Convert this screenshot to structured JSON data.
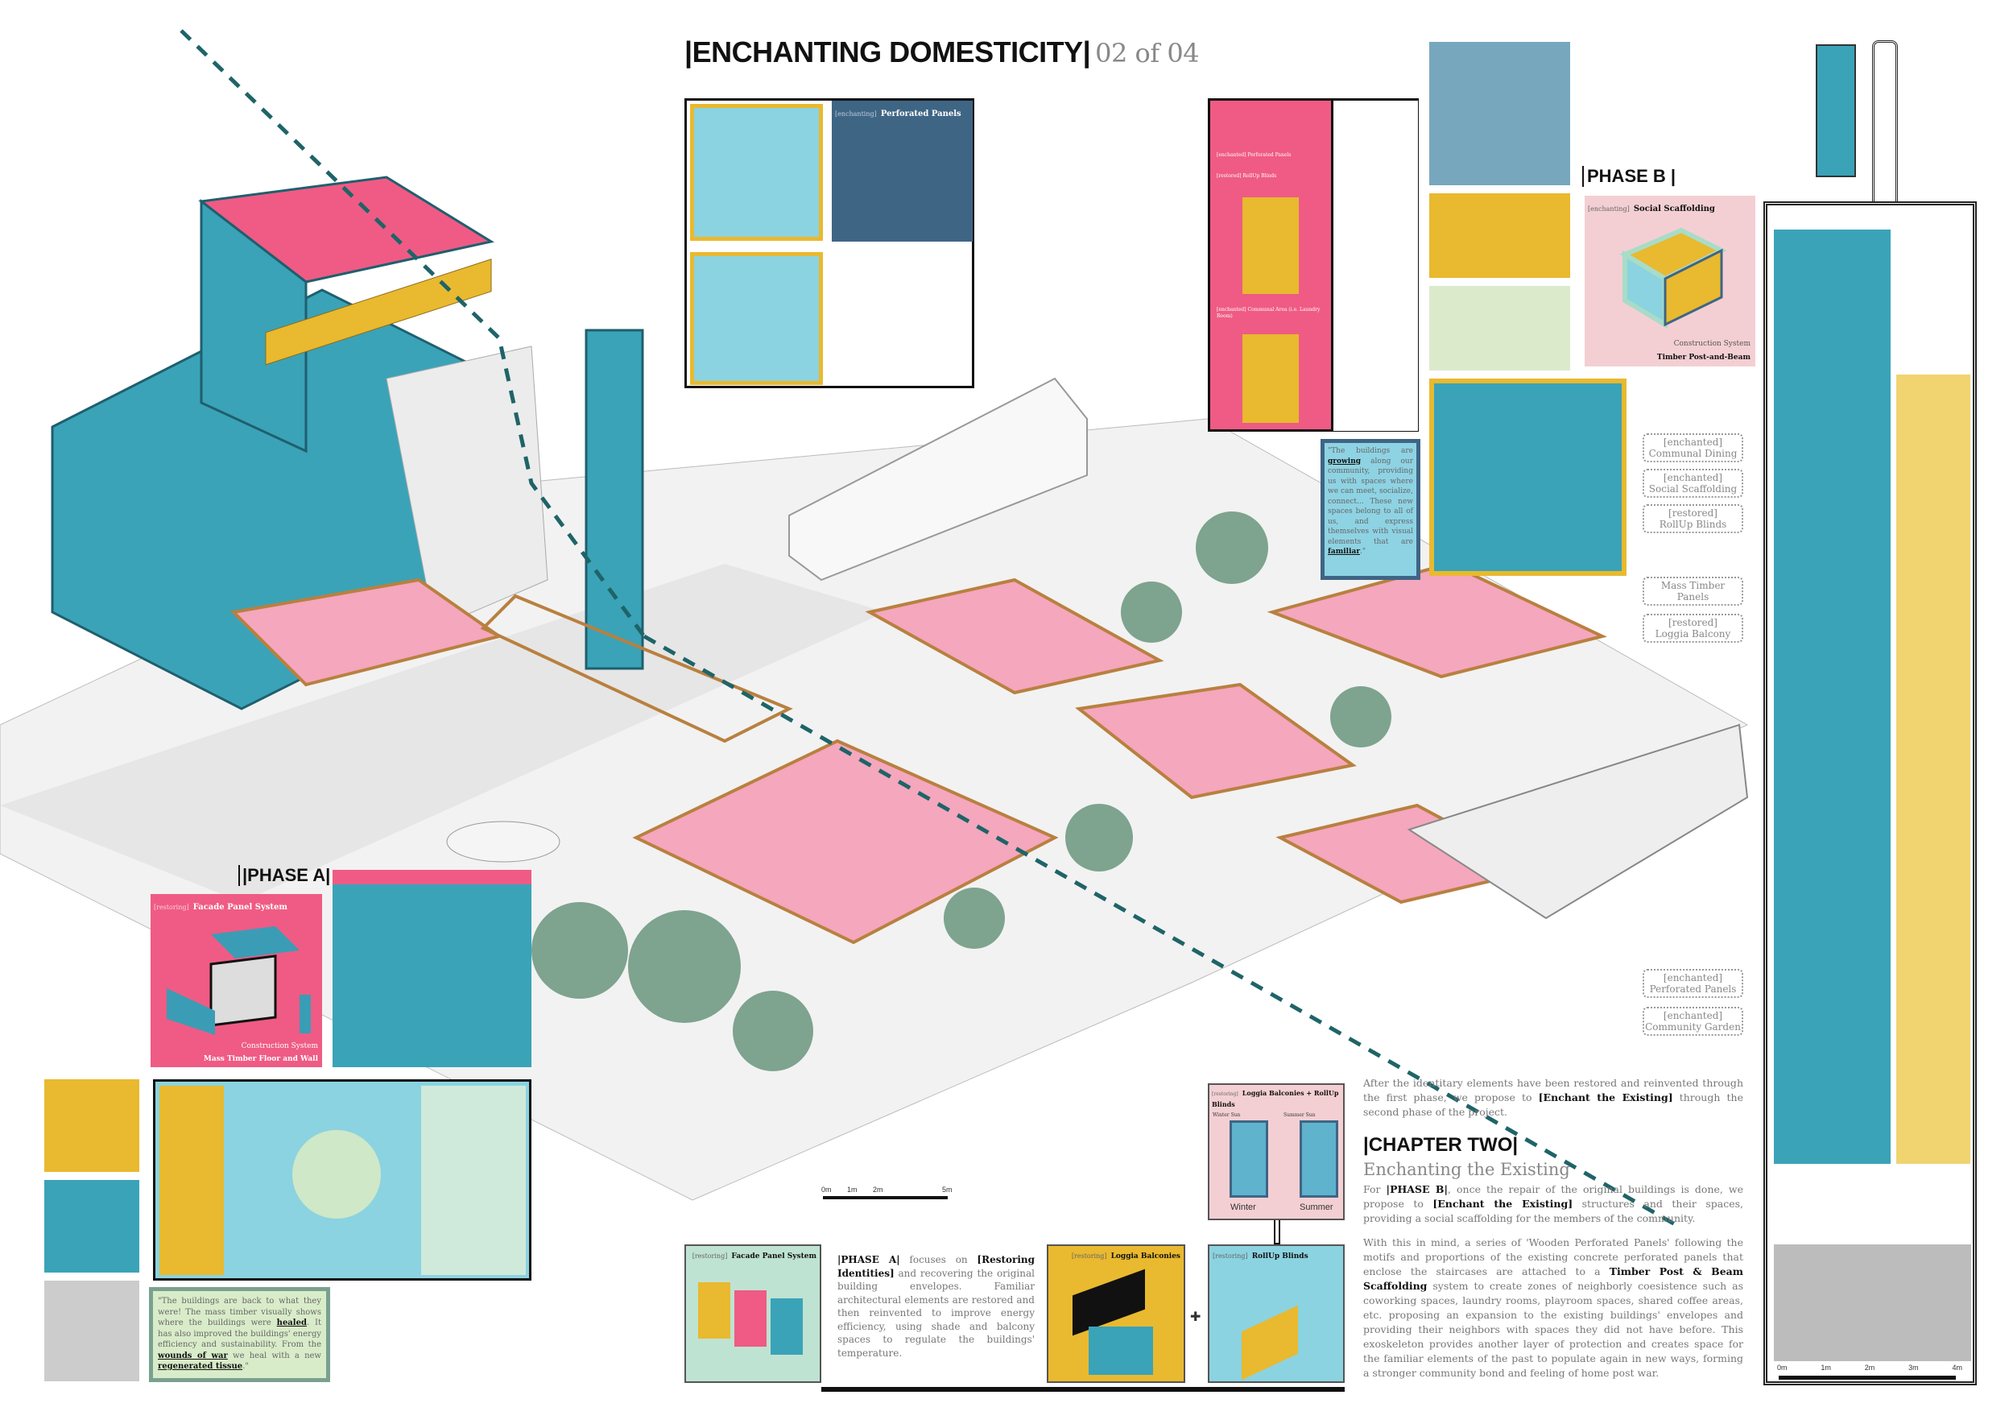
{
  "header": {
    "title": "|ENCHANTING DOMESTICITY|",
    "page": "02 of 04"
  },
  "top_diagram": {
    "tag": "[enchanting]",
    "name": "Perforated Panels"
  },
  "phase_b": {
    "heading": "PHASE B |",
    "card": {
      "tag": "[enchanting]",
      "name": "Social Scaffolding",
      "system_label": "Construction System",
      "system": "Timber Post-and-Beam"
    },
    "comic_labels": [
      "[enchanted] Perforated Panels",
      "[restored] RollUp Blinds",
      "[enchanted] Communal Area (i.e. Laundry Room)"
    ],
    "quote": {
      "pre": "\"The buildings are ",
      "b1": "growing",
      "mid": " along our community, providing us with spaces where we can meet, socialize, connect... These new spaces belong to all of us, and express themselves with visual elements that are ",
      "b2": "familiar",
      "post": ".\""
    }
  },
  "phase_a": {
    "heading": "|PHASE A|",
    "card": {
      "tag": "[restoring]",
      "name": "Facade Panel System",
      "system_label": "Construction System",
      "system": "Mass Timber Floor and Wall"
    },
    "quote": {
      "p1": "\"The buildings are back to what they were! The mass timber visually shows where the buildings were ",
      "b1": "healed",
      "p2": ". It has also improved the buildings' energy efficiency and sustainability. From the ",
      "b2": "wounds of war",
      "p3": " we heal with a new ",
      "b3": "regenerated tissue",
      "p4": ".\""
    },
    "text": {
      "b1": "|PHASE A|",
      "t1": " focuses on ",
      "b2": "[Restoring Identities]",
      "t2": " and recovering the original building envelopes. Familiar architectural elements are restored and then reinvented to improve energy efficiency, using shade and balcony spaces to regulate the buildings' temperature."
    }
  },
  "bottom_cards": [
    {
      "tag": "[restoring]",
      "name": "Facade Panel System"
    },
    {
      "tag": "[restoring]",
      "name": "Loggia Balconies"
    },
    {
      "tag": "[restoring]",
      "name": "RollUp Blinds"
    },
    {
      "tag": "[restoring]",
      "name": "Loggia Balconies + RollUp Blinds",
      "winter": "Winter",
      "summer": "Summer",
      "winter_sun": "Winter Sun",
      "summer_sun": "Summer Sun"
    }
  ],
  "chapter": {
    "intro": {
      "t1": "After the identitary elements have been restored and reinvented through the first phase, we propose to ",
      "b1": "[Enchant the Existing]",
      "t2": " through the second phase of the project."
    },
    "heading": "|CHAPTER TWO|",
    "subheading": "Enchanting the Existing",
    "p1": {
      "t1": "For ",
      "b1": "|PHASE B|",
      "t2": ", once the repair of the original buildings is done, we propose to ",
      "b2": "[Enchant the Existing]",
      "t3": " structures and their spaces, providing a social scaffolding for the members of the community."
    },
    "p2": {
      "t1": "With this in mind, a series of 'Wooden Perforated Panels' following the motifs and proportions of the existing concrete perforated panels that enclose the staircases are attached to a ",
      "b1": "Timber Post & Beam Scaffolding",
      "t2": " system to create zones of neighborly coesistence such as coworking spaces, laundry rooms, playroom spaces, shared coffee areas, etc. proposing an expansion to the existing buildings' envelopes and providing their neighbors with spaces they did not have before. This exoskeleton provides another layer of protection and creates space for the familiar elements of the past to populate again in new ways, forming a stronger community bond and feeling of home post war."
    }
  },
  "section_labels": [
    {
      "a": "[enchanted]",
      "b": "Communal Dining"
    },
    {
      "a": "[enchanted]",
      "b": "Social Scaffolding"
    },
    {
      "a": "[restored]",
      "b": "RollUp Blinds"
    },
    {
      "a": "Mass Timber",
      "b": "Panels"
    },
    {
      "a": "[restored]",
      "b": "Loggia Balcony"
    },
    {
      "a": "[enchanted]",
      "b": "Perforated Panels"
    },
    {
      "a": "[enchanted]",
      "b": "Community Garden"
    }
  ],
  "scale_site": [
    "0m",
    "1m",
    "2m",
    "5m"
  ],
  "scale_section": [
    "0m",
    "1m",
    "2m",
    "3m",
    "4m"
  ],
  "colors": {
    "teal": "#3a9db5",
    "pink": "#ef5b84",
    "yellow": "#e9b92f",
    "mint": "#bfe3d2",
    "navy": "#3f6585",
    "dash": "#1e6468",
    "timber": "#b9803f"
  }
}
